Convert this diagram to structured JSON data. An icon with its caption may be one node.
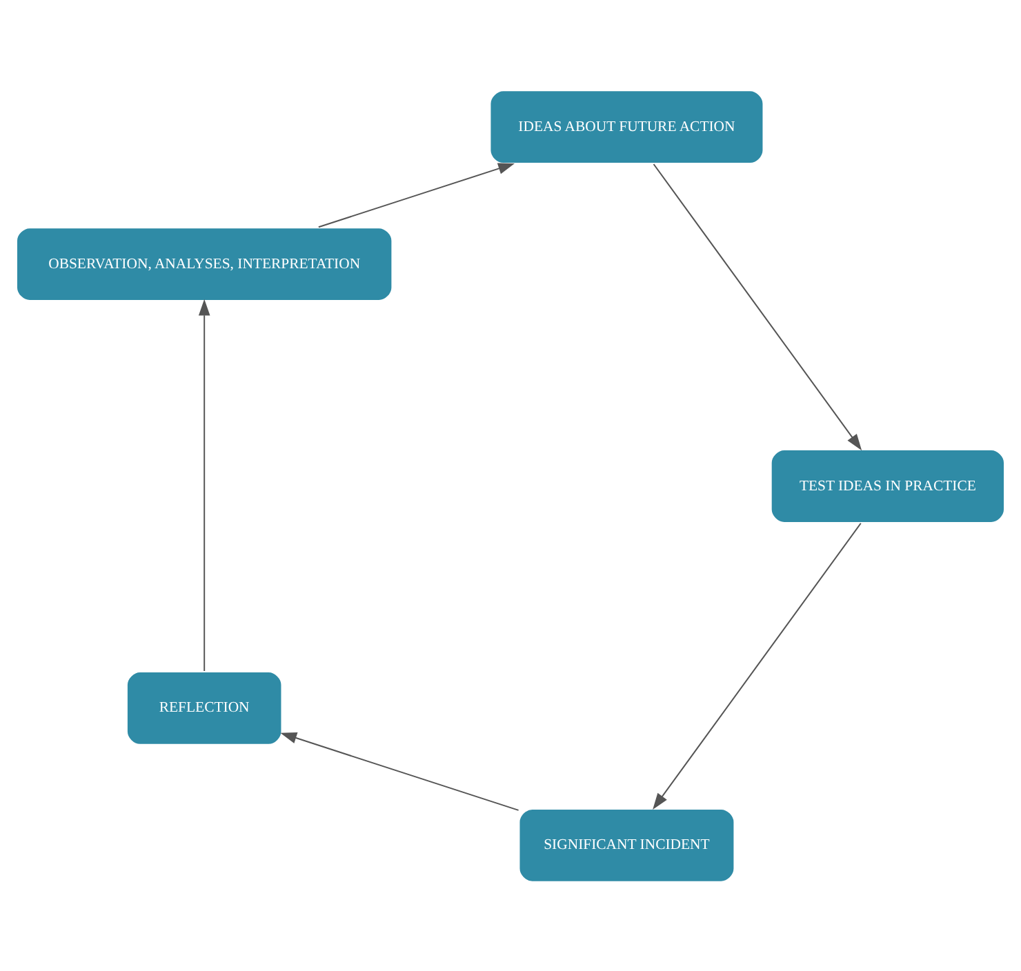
{
  "diagram": {
    "nodes": [
      {
        "text": [
          "SIGNIFICANT INCIDENT"
        ]
      },
      {
        "text": [
          "REFLECTION"
        ]
      },
      {
        "text": [
          "OBSERVATION, ANALYSES, INTERPRETATION"
        ]
      },
      {
        "text": [
          "IDEAS ABOUT FUTURE ACTION"
        ]
      },
      {
        "text": [
          "TEST IDEAS IN PRACTICE"
        ]
      }
    ],
    "edges": [
      {
        "from": 0,
        "to": 1,
        "arrow": "to"
      },
      {
        "from": 1,
        "to": 2,
        "arrow": "to"
      },
      {
        "from": 2,
        "to": 3,
        "arrow": "to"
      },
      {
        "from": 3,
        "to": 4,
        "arrow": "to"
      },
      {
        "from": 4,
        "to": 0,
        "arrow": "to"
      }
    ]
  }
}
